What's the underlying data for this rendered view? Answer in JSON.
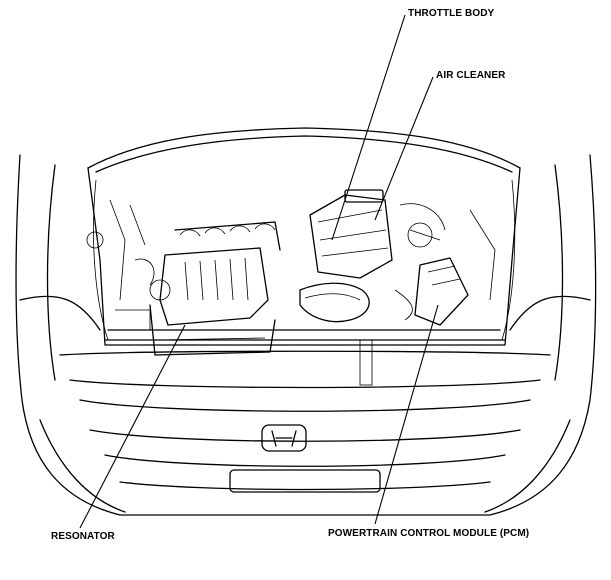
{
  "labels": {
    "throttle_body": "THROTTLE BODY",
    "air_cleaner": "AIR CLEANER",
    "resonator": "RESONATOR",
    "pcm": "POWERTRAIN CONTROL MODULE (PCM)"
  }
}
